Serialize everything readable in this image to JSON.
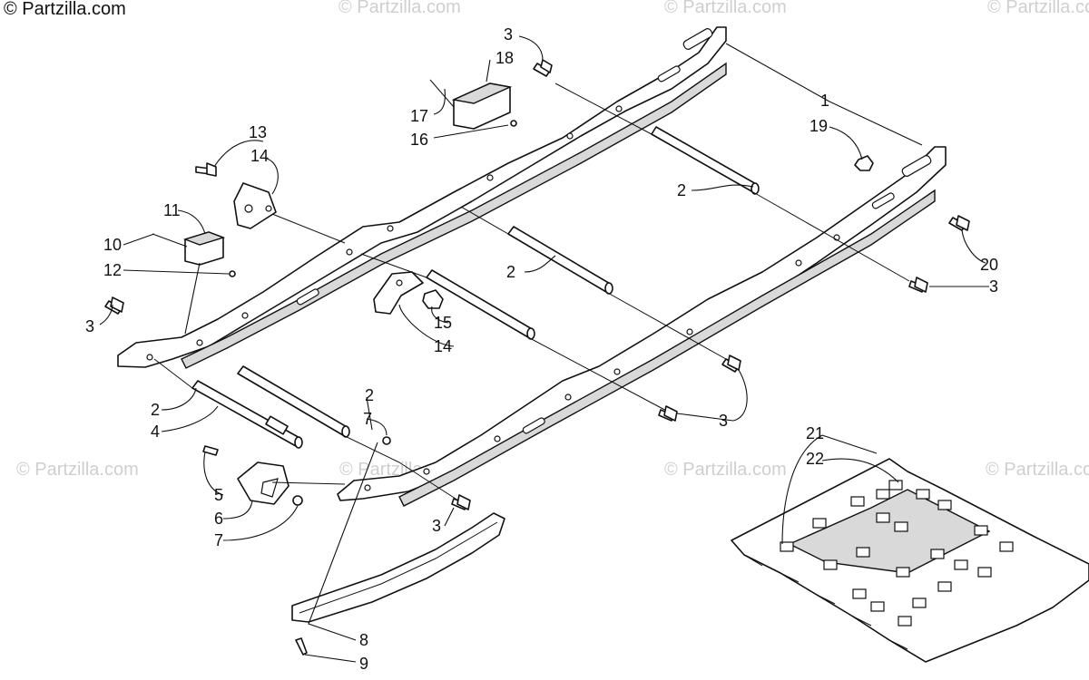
{
  "watermarks": {
    "primary": "© Partzilla.com",
    "faded": "© Partzilla.com"
  },
  "callouts": {
    "c1": "1",
    "c2a": "2",
    "c2b": "2",
    "c2c": "2",
    "c2d": "2",
    "c3a": "3",
    "c3b": "3",
    "c3c": "3",
    "c3d": "3",
    "c3e": "3",
    "c4": "4",
    "c5": "5",
    "c6": "6",
    "c7a": "7",
    "c7b": "7",
    "c8": "8",
    "c9": "9",
    "c10": "10",
    "c11": "11",
    "c12": "12",
    "c13": "13",
    "c14a": "14",
    "c14b": "14",
    "c15": "15",
    "c16": "16",
    "c17": "17",
    "c18": "18",
    "c19": "19",
    "c20": "20",
    "c21": "21",
    "c22": "22"
  }
}
